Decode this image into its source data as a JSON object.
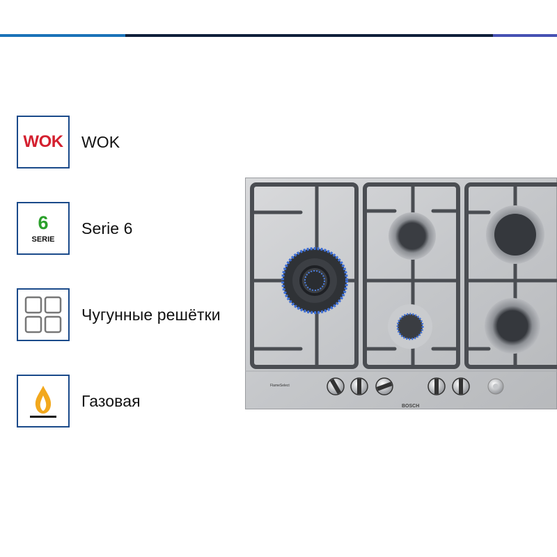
{
  "features": [
    {
      "icon": "wok-icon",
      "icon_text": "WOK",
      "label": "WOK"
    },
    {
      "icon": "serie-6-icon",
      "icon_number": "6",
      "icon_word": "SERIE",
      "label": "Serie 6"
    },
    {
      "icon": "cast-iron-grid-icon",
      "label": "Чугунные решётки"
    },
    {
      "icon": "gas-flame-icon",
      "label": "Газовая"
    }
  ],
  "product": {
    "brand": "BOSCH",
    "badge": "FlameSelect"
  },
  "colors": {
    "icon_border": "#1a4a8a",
    "wok_red": "#d4202f",
    "serie_green": "#2ba02b",
    "flame_orange": "#f2a81d",
    "top_bar_blue": "#1a72b8",
    "top_bar_dark": "#0f1f3a",
    "top_bar_violet": "#4651b3"
  }
}
